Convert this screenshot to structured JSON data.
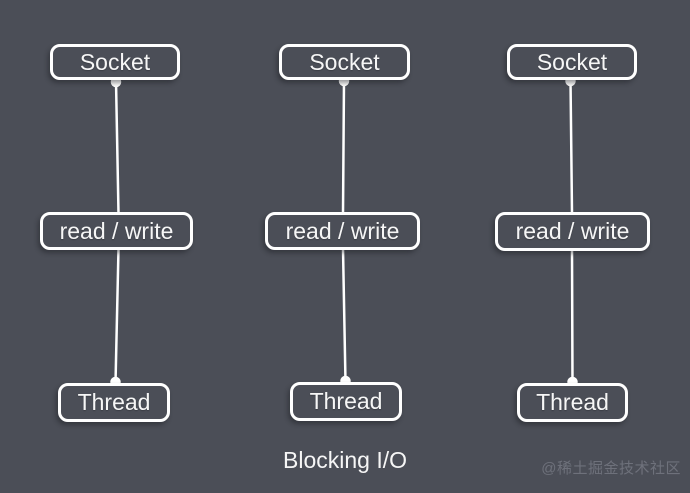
{
  "caption": "Blocking I/O",
  "watermark": "@稀土掘金技术社区",
  "columns": [
    {
      "socket": "Socket",
      "io": "read / write",
      "thread": "Thread"
    },
    {
      "socket": "Socket",
      "io": "read / write",
      "thread": "Thread"
    },
    {
      "socket": "Socket",
      "io": "read / write",
      "thread": "Thread"
    }
  ],
  "colors": {
    "background": "#4b4e57",
    "box_border": "#ffffff",
    "text": "#f6f6f6",
    "line": "#ffffff",
    "watermark": "#6e717b"
  }
}
